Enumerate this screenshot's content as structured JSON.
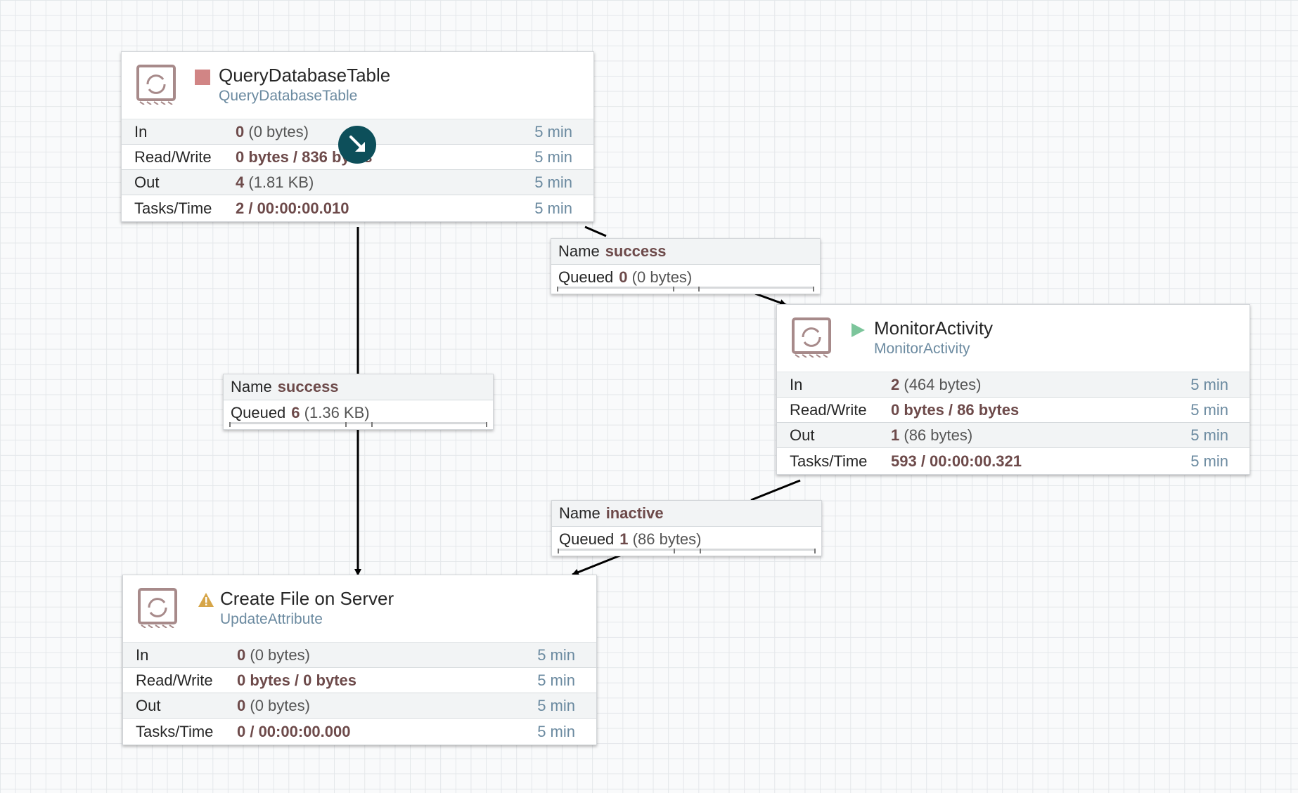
{
  "processors": {
    "query_db": {
      "name": "QueryDatabaseTable",
      "type": "QueryDatabaseTable",
      "state": "stopped",
      "state_color": "#d18585",
      "stats": [
        {
          "label": "In",
          "value": "0",
          "detail": "(0 bytes)",
          "window": "5 min"
        },
        {
          "label": "Read/Write",
          "value": "0 bytes / 836 bytes",
          "detail": "",
          "window": "5 min"
        },
        {
          "label": "Out",
          "value": "4",
          "detail": "(1.81 KB)",
          "window": "5 min"
        },
        {
          "label": "Tasks/Time",
          "value": "2 / 00:00:00.010",
          "detail": "",
          "window": "5 min"
        }
      ]
    },
    "monitor": {
      "name": "MonitorActivity",
      "type": "MonitorActivity",
      "state": "running",
      "state_color": "#7cc59b",
      "stats": [
        {
          "label": "In",
          "value": "2",
          "detail": "(464 bytes)",
          "window": "5 min"
        },
        {
          "label": "Read/Write",
          "value": "0 bytes / 86 bytes",
          "detail": "",
          "window": "5 min"
        },
        {
          "label": "Out",
          "value": "1",
          "detail": "(86 bytes)",
          "window": "5 min"
        },
        {
          "label": "Tasks/Time",
          "value": "593 / 00:00:00.321",
          "detail": "",
          "window": "5 min"
        }
      ]
    },
    "create_file": {
      "name": "Create File on Server",
      "type": "UpdateAttribute",
      "state": "invalid",
      "state_color": "#d6a548",
      "stats": [
        {
          "label": "In",
          "value": "0",
          "detail": "(0 bytes)",
          "window": "5 min"
        },
        {
          "label": "Read/Write",
          "value": "0 bytes / 0 bytes",
          "detail": "",
          "window": "5 min"
        },
        {
          "label": "Out",
          "value": "0",
          "detail": "(0 bytes)",
          "window": "5 min"
        },
        {
          "label": "Tasks/Time",
          "value": "0 / 00:00:00.000",
          "detail": "",
          "window": "5 min"
        }
      ]
    }
  },
  "connections": {
    "success_monitor": {
      "name_label": "Name",
      "name": "success",
      "queued_label": "Queued",
      "queued": "0",
      "queued_detail": "(0 bytes)"
    },
    "success_create": {
      "name_label": "Name",
      "name": "success",
      "queued_label": "Queued",
      "queued": "6",
      "queued_detail": "(1.36 KB)"
    },
    "inactive": {
      "name_label": "Name",
      "name": "inactive",
      "queued_label": "Queued",
      "queued": "1",
      "queued_detail": "(86 bytes)"
    }
  },
  "colors": {
    "icon": "#a78a8a",
    "arrow": "#000000",
    "cursor": "#0d4f5a"
  }
}
